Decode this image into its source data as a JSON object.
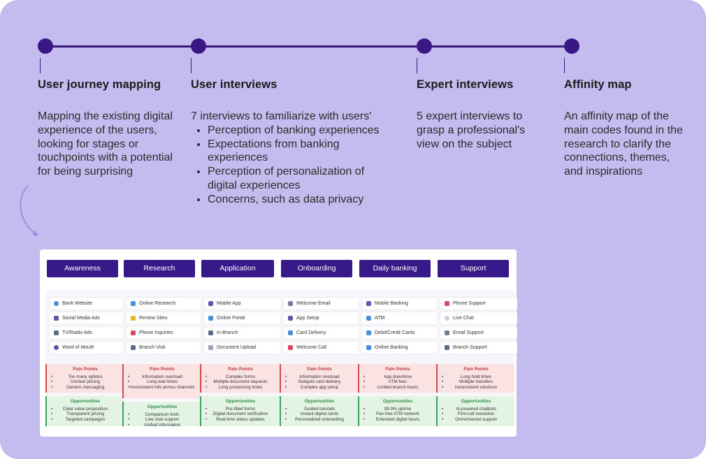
{
  "timeline": [
    {
      "title": "User journey mapping",
      "text": "Mapping the existing digital experience of the users, looking for stages or touchpoints with a potential for being surprising"
    },
    {
      "title": "User interviews",
      "intro": "7 interviews to familiarize with users'",
      "bullets": [
        "Perception of banking experiences",
        "Expectations from banking experiences",
        "Perception of personalization of digital experiences",
        "Concerns, such as data privacy"
      ]
    },
    {
      "title": "Expert interviews",
      "text": "5 expert interviews to grasp a professional's view on the subject"
    },
    {
      "title": "Affinity map",
      "text": "An affinity map of the main codes found in the research to clarify the connections, themes, and inspirations"
    }
  ],
  "journey": {
    "pain_title": "Pain Points",
    "opp_title": "Opportunities",
    "stages": [
      {
        "name": "Awareness",
        "touchpoints": [
          {
            "label": "Bank Website",
            "icon": "globe-icon",
            "color": "#4a90d9"
          },
          {
            "label": "Social Media Ads",
            "icon": "phone-icon",
            "color": "#6b4fa8"
          },
          {
            "label": "TV/Radio Ads",
            "icon": "tv-icon",
            "color": "#5a6b8a"
          },
          {
            "label": "Word of Mouth",
            "icon": "people-icon",
            "color": "#6b4fa8"
          }
        ],
        "pain": [
          "Too many options",
          "Unclear pricing",
          "Generic messaging"
        ],
        "opps": [
          "Clear value proposition",
          "Transparent pricing",
          "Targeted campaigns"
        ]
      },
      {
        "name": "Research",
        "touchpoints": [
          {
            "label": "Online Research",
            "icon": "laptop-icon",
            "color": "#4a90d9"
          },
          {
            "label": "Review Sites",
            "icon": "star-icon",
            "color": "#e9b32a"
          },
          {
            "label": "Phone Inquiries",
            "icon": "phone-call-icon",
            "color": "#d9485f"
          },
          {
            "label": "Branch Visit",
            "icon": "bank-icon",
            "color": "#5a6b8a"
          }
        ],
        "pain": [
          "Information overload",
          "Long wait times",
          "Inconsistent info across channels"
        ],
        "opps": [
          "Comparison tools",
          "Live chat support",
          "Unified information"
        ]
      },
      {
        "name": "Application",
        "touchpoints": [
          {
            "label": "Mobile App",
            "icon": "mobile-icon",
            "color": "#6b4fa8"
          },
          {
            "label": "Online Portal",
            "icon": "laptop-icon",
            "color": "#4a90d9"
          },
          {
            "label": "In-Branch",
            "icon": "bank-icon",
            "color": "#5a6b8a"
          },
          {
            "label": "Document Upload",
            "icon": "document-icon",
            "color": "#9aa4b4"
          }
        ],
        "pain": [
          "Complex forms",
          "Multiple document requests",
          "Long processing times"
        ],
        "opps": [
          "Pre-filled forms",
          "Digital document verification",
          "Real-time status updates"
        ]
      },
      {
        "name": "Onboarding",
        "touchpoints": [
          {
            "label": "Welcome Email",
            "icon": "email-icon",
            "color": "#6f7f9a"
          },
          {
            "label": "App Setup",
            "icon": "mobile-icon",
            "color": "#6b4fa8"
          },
          {
            "label": "Card Delivery",
            "icon": "card-icon",
            "color": "#4a90d9"
          },
          {
            "label": "Welcome Call",
            "icon": "phone-call-icon",
            "color": "#d9485f"
          }
        ],
        "pain": [
          "Information overload",
          "Delayed card delivery",
          "Complex app setup"
        ],
        "opps": [
          "Guided tutorials",
          "Instant digital cards",
          "Personalized onboarding"
        ]
      },
      {
        "name": "Daily banking",
        "touchpoints": [
          {
            "label": "Mobile Banking",
            "icon": "mobile-icon",
            "color": "#6b4fa8"
          },
          {
            "label": "ATM",
            "icon": "atm-icon",
            "color": "#4a90d9"
          },
          {
            "label": "Debit/Credit Cards",
            "icon": "card-icon",
            "color": "#4a90d9"
          },
          {
            "label": "Online Banking",
            "icon": "laptop-icon",
            "color": "#4a90d9"
          }
        ],
        "pain": [
          "App downtime",
          "ATM fees",
          "Limited branch hours"
        ],
        "opps": [
          "99.9% uptime",
          "Fee-free ATM network",
          "Extended digital hours"
        ]
      },
      {
        "name": "Support",
        "touchpoints": [
          {
            "label": "Phone Support",
            "icon": "phone-call-icon",
            "color": "#d9485f"
          },
          {
            "label": "Live Chat",
            "icon": "chat-icon",
            "color": "#c9cde8"
          },
          {
            "label": "Email Support",
            "icon": "email-icon",
            "color": "#6f7f9a"
          },
          {
            "label": "Branch Support",
            "icon": "bank-icon",
            "color": "#5a6b8a"
          }
        ],
        "pain": [
          "Long hold times",
          "Multiple transfers",
          "Inconsistent solutions"
        ],
        "opps": [
          "AI-powered chatbots",
          "First-call resolution",
          "Omnichannel support"
        ]
      }
    ]
  }
}
